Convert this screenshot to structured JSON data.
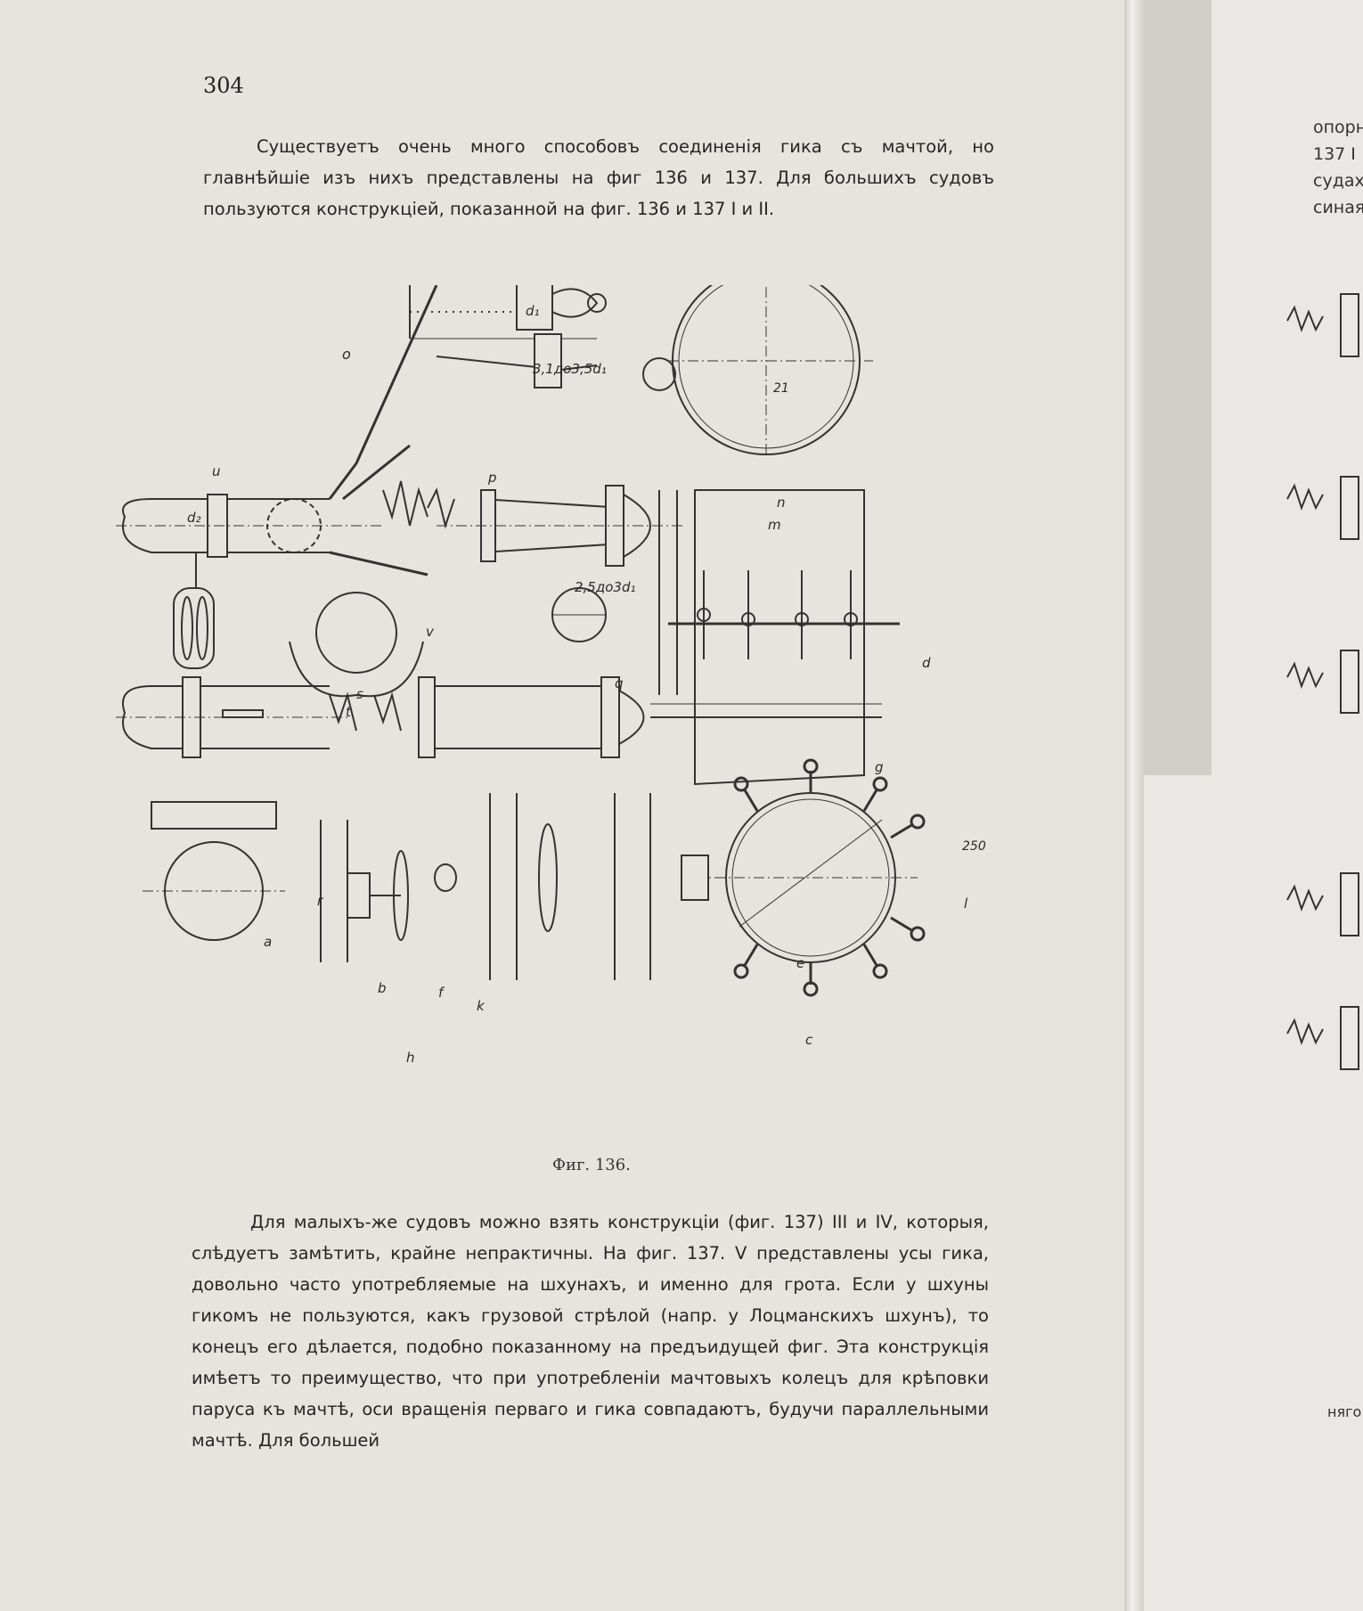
{
  "page": {
    "number": "304",
    "paragraph1": "Существуетъ очень много способовъ соединенія гика съ мачтой, но главнѣйшіе изъ нихъ представлены на фиг 136 и 137. Для большихъ судовъ пользуются конструкціей, показанной на фиг. 136 и 137 I и II.",
    "figure_caption": "Фиг. 136.",
    "paragraph2": "Для малыхъ-же судовъ можно взять конструкціи (фиг. 137) III и IV, которыя, слѣдуетъ замѣтить, крайне непрактичны. На фиг. 137. V представлены усы гика, довольно часто употребляемые на шхунахъ, и именно для грота. Если у шхуны гикомъ не пользуются, какъ грузовой стрѣлой (напр. у Лоцманскихъ шхунъ), то конецъ его дѣлается, подобно показанному на предъидущей фиг. Эта конструкція имѣетъ то преимущество, что при употребленіи мачтовыхъ колецъ для крѣповки паруса къ мачтѣ, оси вращенія перваго и гика совпадаютъ, будучи параллельными мачтѣ. Для большей"
  },
  "figure_labels": {
    "o": "o",
    "u": "u",
    "d2": "d₂",
    "d1": "d₁",
    "p": "p",
    "dim_top": "3,1до3,5d₁",
    "dim_mid": "2,5до3d₁",
    "m": "m",
    "n": "n",
    "d": "d",
    "v": "v",
    "s": "s",
    "t": "t",
    "q": "q",
    "g": "g",
    "a": "a",
    "b": "b",
    "k": "k",
    "f": "f",
    "h": "h",
    "c": "c",
    "e": "e",
    "l": "l",
    "r": "r",
    "val_21": "21",
    "val_250": "250"
  },
  "facing_page": {
    "line1": "опорн",
    "line2": "137 I",
    "line3": "судах",
    "line4": "синая",
    "bottom": "няго"
  }
}
